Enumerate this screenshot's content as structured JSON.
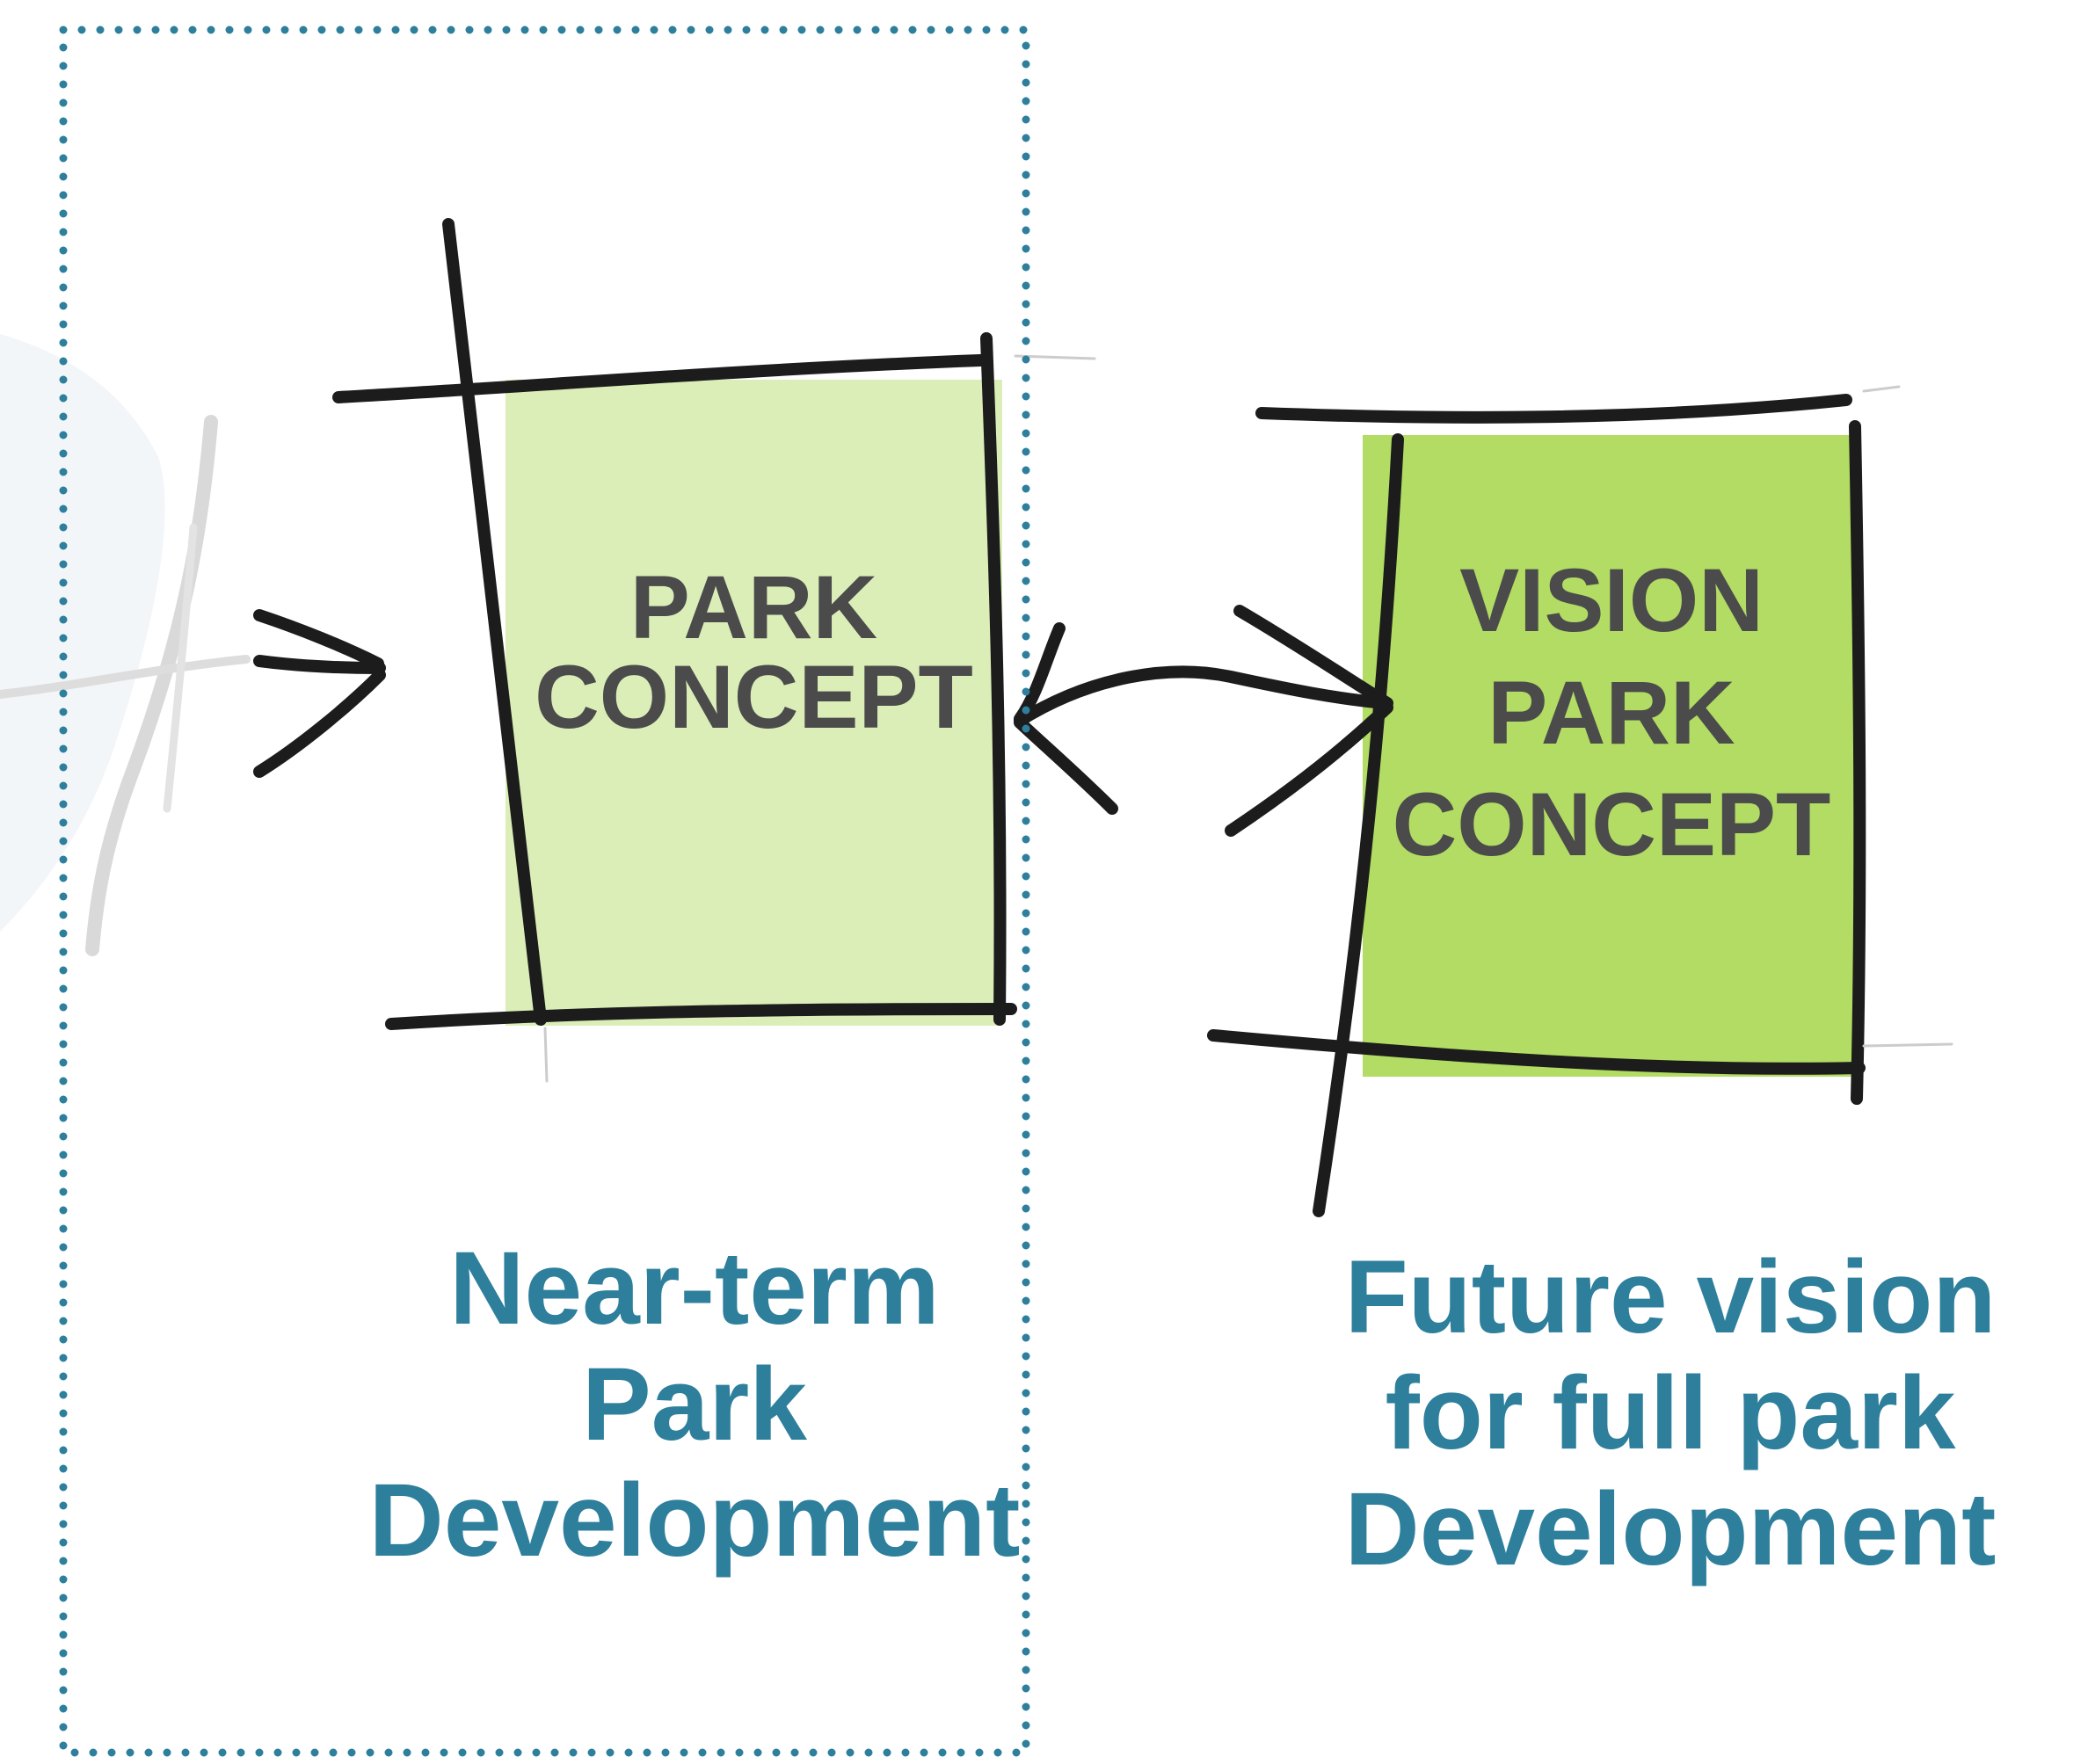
{
  "colors": {
    "accent_teal": "#2e7f9c",
    "light_green": "#dbeeb8",
    "bright_green": "#b2dc63",
    "sketch_black": "#1c1c1c",
    "label_gray": "#4b4b4b",
    "faded_gray": "#d7d7d7",
    "faded_blue": "#f3f6f9"
  },
  "boxes": [
    {
      "label_lines": [
        "PARK",
        "CONCEPT"
      ],
      "fill": "light-green"
    },
    {
      "label_lines": [
        "VISION",
        "PARK",
        "CONCEPT"
      ],
      "fill": "bright-green"
    }
  ],
  "captions": [
    {
      "lines": [
        "Near-term",
        "Park",
        "Development"
      ]
    },
    {
      "lines": [
        "Future vision",
        "for full park",
        "Development"
      ]
    }
  ],
  "connector": {
    "type": "double-headed-arrow",
    "from": "box-park-concept",
    "to": "box-vision-park-concept"
  },
  "icons": {
    "incoming_arrow": "sketch-arrow-icon",
    "faded_background": "faded-sketch-icon"
  }
}
